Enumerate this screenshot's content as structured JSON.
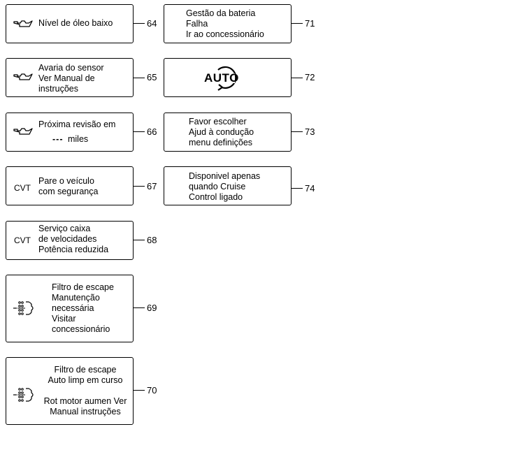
{
  "panels": [
    {
      "number": "64",
      "lines": [
        "Nível de óleo baixo"
      ],
      "icon": "oil-can-icon"
    },
    {
      "number": "65",
      "lines": [
        "Avaria do sensor",
        "Ver Manual de",
        "instruções"
      ],
      "icon": "oil-can-icon"
    },
    {
      "number": "66",
      "lines": [
        "Próxima revisão em"
      ],
      "value": "---",
      "unit": "miles",
      "icon": "oil-can-icon"
    },
    {
      "number": "67",
      "lines": [
        "Pare o veículo",
        "com segurança"
      ],
      "icon_text": "CVT"
    },
    {
      "number": "68",
      "lines": [
        "Serviço caixa",
        "de velocidades",
        "Potência reduzida"
      ],
      "icon_text": "CVT"
    },
    {
      "number": "69",
      "lines": [
        "Filtro de escape",
        "Manutenção",
        "necessária",
        "Visitar",
        "concessionário"
      ],
      "icon": "exhaust-filter-icon"
    },
    {
      "number": "70",
      "lines": [
        "Filtro de escape",
        "Auto limp em curso",
        "",
        "Rot motor aumen Ver",
        "Manual instruções"
      ],
      "icon": "exhaust-filter-icon"
    },
    {
      "number": "71",
      "lines": [
        "Gestão da bateria",
        "Falha",
        "Ir ao concessionário"
      ]
    },
    {
      "number": "72",
      "icon_text": "AUTO",
      "icon": "auto-rotate-icon"
    },
    {
      "number": "73",
      "lines": [
        "Favor escolher",
        "Ajud à condução",
        "menu definições"
      ]
    },
    {
      "number": "74",
      "lines": [
        "Disponivel apenas",
        "quando Cruise",
        "Control ligado"
      ]
    }
  ]
}
